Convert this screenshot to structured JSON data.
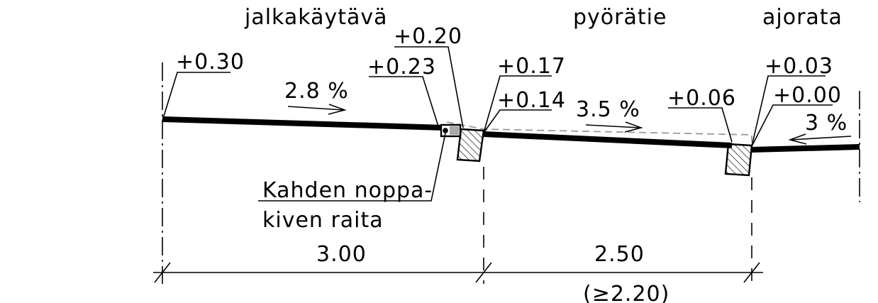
{
  "zones": {
    "sidewalk": "jalkakäytävä",
    "cycle_path": "pyörätie",
    "roadway": "ajorata"
  },
  "elevations": {
    "e030": "+0.30",
    "e020": "+0.20",
    "e023": "+0.23",
    "e017": "+0.17",
    "e014": "+0.14",
    "e006": "+0.06",
    "e003": "+0.03",
    "e000": "+0.00"
  },
  "slopes": {
    "sidewalk": "2.8 %",
    "cycle_path": "3.5 %",
    "roadway": "3 %"
  },
  "note": {
    "line1": "Kahden noppa-",
    "line2": "kiven raita"
  },
  "dimensions": {
    "sidewalk_width": "3.00",
    "cycle_width": "2.50",
    "cycle_min": "(≥2.20)"
  }
}
